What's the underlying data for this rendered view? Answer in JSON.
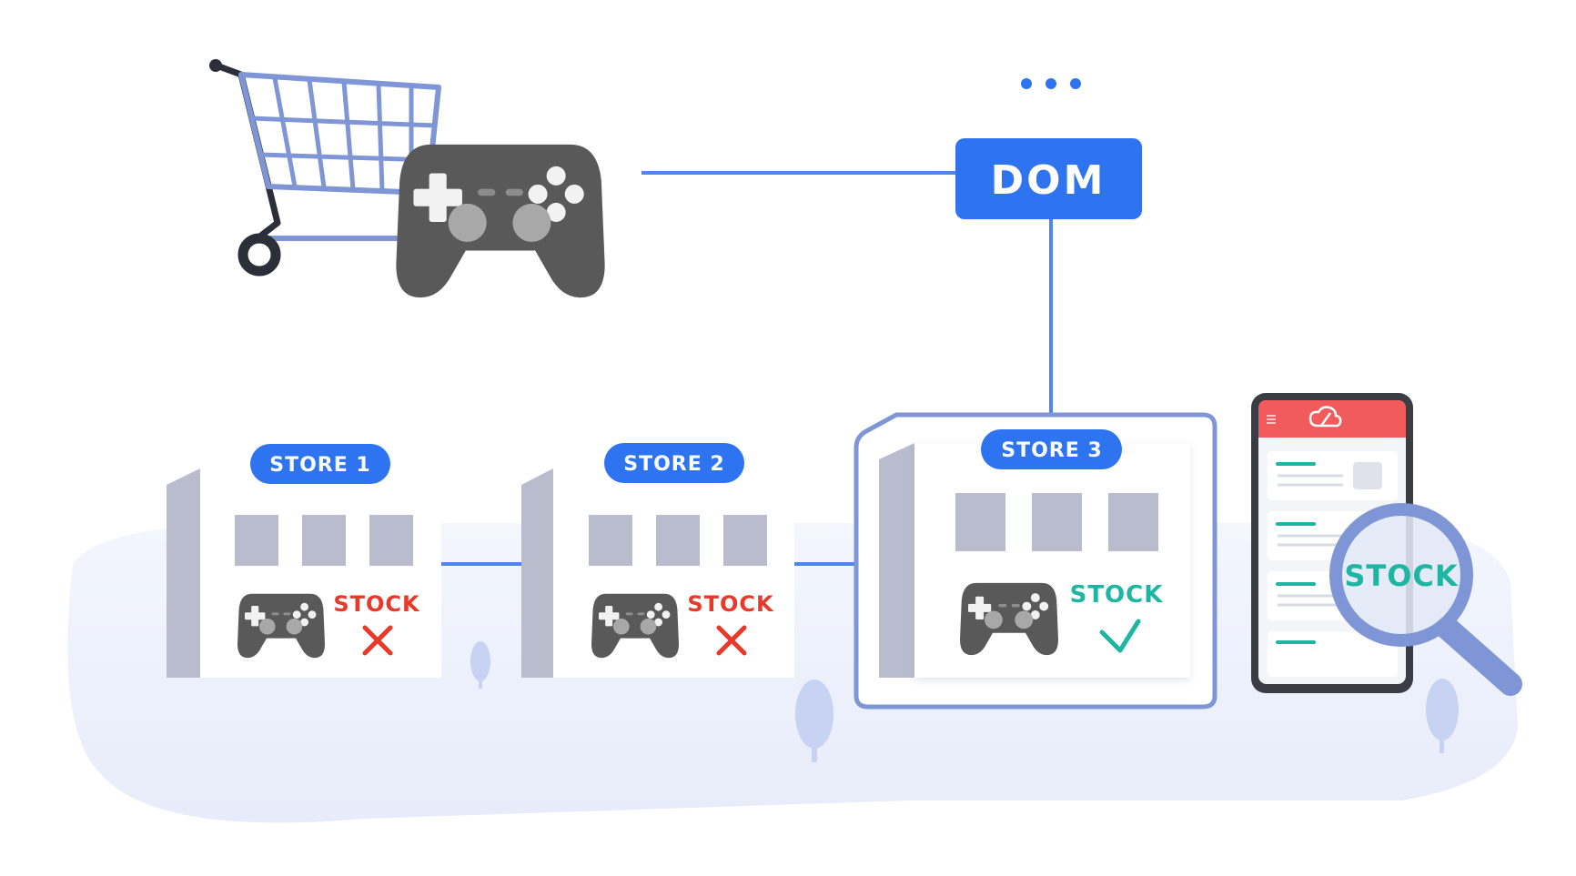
{
  "hub": {
    "label": "DOM"
  },
  "stores": [
    {
      "label": "STORE 1",
      "stock_label": "STOCK",
      "in_stock": false
    },
    {
      "label": "STORE 2",
      "stock_label": "STOCK",
      "in_stock": false
    },
    {
      "label": "STORE 3",
      "stock_label": "STOCK",
      "in_stock": true
    }
  ],
  "phone": {
    "search_label": "STOCK"
  },
  "colors": {
    "accent": "#2E74F0",
    "line": "#4D86F0",
    "red": "#E8392A",
    "green": "#1FB5A3",
    "controller": "#595959",
    "cart": "#7F96D6",
    "building": "#B9BCCD",
    "ground": "#EEF2FC",
    "phone_header": "#F15B5B"
  }
}
